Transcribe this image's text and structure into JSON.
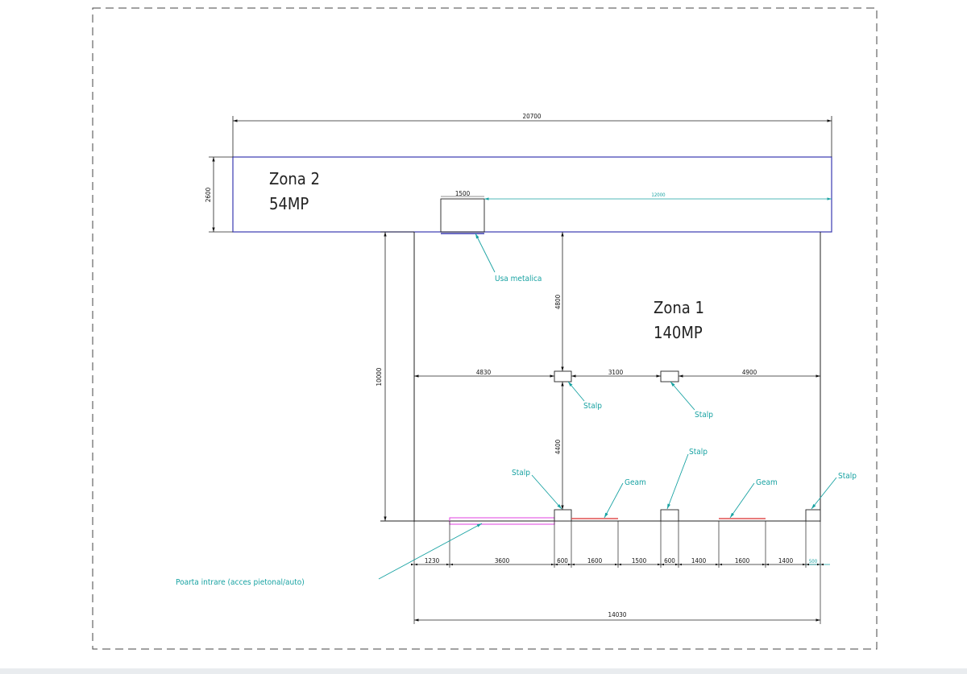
{
  "zones": {
    "zona2": {
      "name": "Zona 2",
      "area": "54MP"
    },
    "zona1": {
      "name": "Zona 1",
      "area": "140MP"
    }
  },
  "dimensions": {
    "overall_width": "20700",
    "zona2_depth": "2600",
    "door_width": "1500",
    "door_offset": "12000",
    "zona1_height": "10000",
    "upper_span": "4800",
    "lower_span": "4400",
    "left_to_post": "4830",
    "between_posts": "3100",
    "right_from_post": "4900",
    "bottom_width": "14030",
    "bottom_segments": [
      "1230",
      "3600",
      "600",
      "1600",
      "1500",
      "600",
      "1400",
      "1600",
      "1400",
      "500"
    ]
  },
  "labels": {
    "usa": "Usa metalica",
    "stalp": "Stalp",
    "geam": "Geam",
    "poarta": "Poarta intrare (acces pietonal/auto)"
  },
  "colors": {
    "outline": "#3a3ab0",
    "line": "#222222",
    "teal": "#17a2a2",
    "magenta": "#e040e0",
    "red": "#e05050",
    "dashed_border": "#444444"
  }
}
